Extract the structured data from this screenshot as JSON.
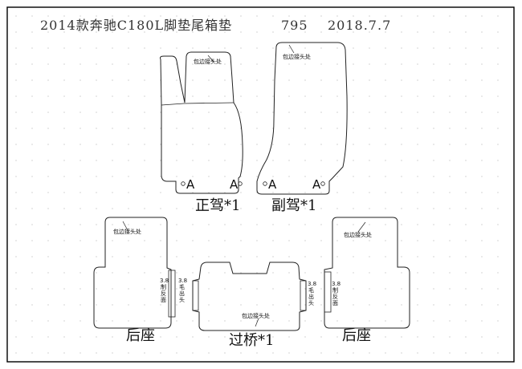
{
  "header": {
    "title": "2014款奔驰C180L脚垫尾箱垫",
    "code": "795",
    "date": "2018.7.7"
  },
  "mats": {
    "driver": {
      "caption": "正驾*1",
      "edge_note": "包边接头处",
      "mark_left": "A",
      "mark_right": "A"
    },
    "passenger": {
      "caption": "副驾*1",
      "edge_note": "包边接头处",
      "mark_left": "A",
      "mark_right": "A"
    },
    "rear_left": {
      "caption": "后座",
      "edge_note": "包边接头处",
      "side_label_1": "3.8",
      "side_label_2": "制",
      "side_label_3": "反",
      "side_label_4": "面"
    },
    "bridge": {
      "caption": "过桥*1",
      "edge_note": "包边接头处",
      "left_label_1": "3.8",
      "left_label_2": "毛",
      "left_label_3": "出",
      "left_label_4": "头",
      "right_label_1": "3.8",
      "right_label_2": "毛",
      "right_label_3": "出",
      "right_label_4": "头"
    },
    "rear_right": {
      "caption": "后座",
      "edge_note": "包边接头处",
      "side_label_1": "3.8",
      "side_label_2": "制",
      "side_label_3": "反",
      "side_label_4": "面"
    }
  },
  "colors": {
    "line": "#222222",
    "grid": "#b8b8b8",
    "text": "#111111"
  }
}
